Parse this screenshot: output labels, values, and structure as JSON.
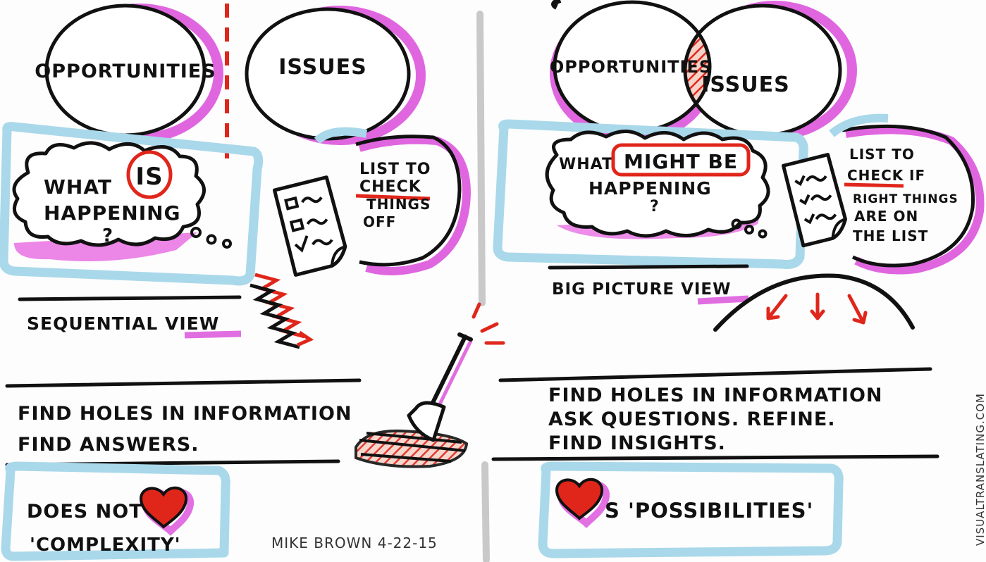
{
  "left": {
    "circle_a": "OPPORTUNITIES",
    "circle_b": "ISSUES",
    "thought": {
      "line1_pre": "WHAT",
      "line1_highlight": "IS",
      "line2": "HAPPENING",
      "line3": "?"
    },
    "list": {
      "line1": "LIST TO",
      "line2": "CHECK",
      "line3": "THINGS",
      "line4": "OFF"
    },
    "view_label": "SEQUENTIAL VIEW",
    "caption_line1": "FIND HOLES IN INFORMATION",
    "caption_line2": "FIND ANSWERS.",
    "love": {
      "line1_pre": "DOES NOT",
      "line2": "'COMPLEXITY'"
    },
    "signature": "MIKE BROWN 4-22-15"
  },
  "right": {
    "circle_a": "OPPORTUNITIES",
    "circle_b": "ISSUES",
    "thought": {
      "line1_pre": "WHAT",
      "line1_highlight": "MIGHT BE",
      "line2": "HAPPENING",
      "line3": "?"
    },
    "list": {
      "line1": "LIST TO",
      "line2_a": "CHECK",
      "line2_b": "IF",
      "line3": "RIGHT THINGS",
      "line4": "ARE ON",
      "line5": "THE LIST"
    },
    "view_label": "BIG PICTURE VIEW",
    "caption_line1": "FIND HOLES IN INFORMATION",
    "caption_line2": "ASK QUESTIONS. REFINE.",
    "caption_line3": "FIND INSIGHTS.",
    "love": {
      "text": "S 'POSSIBILITIES'"
    }
  },
  "watermark": "VISUALTRANSLATING.COM",
  "colors": {
    "ink": "#111111",
    "red": "#e0261b",
    "magenta": "#d633d6",
    "lightblue": "#a9d8ea",
    "divider": "#c9c9c9"
  }
}
